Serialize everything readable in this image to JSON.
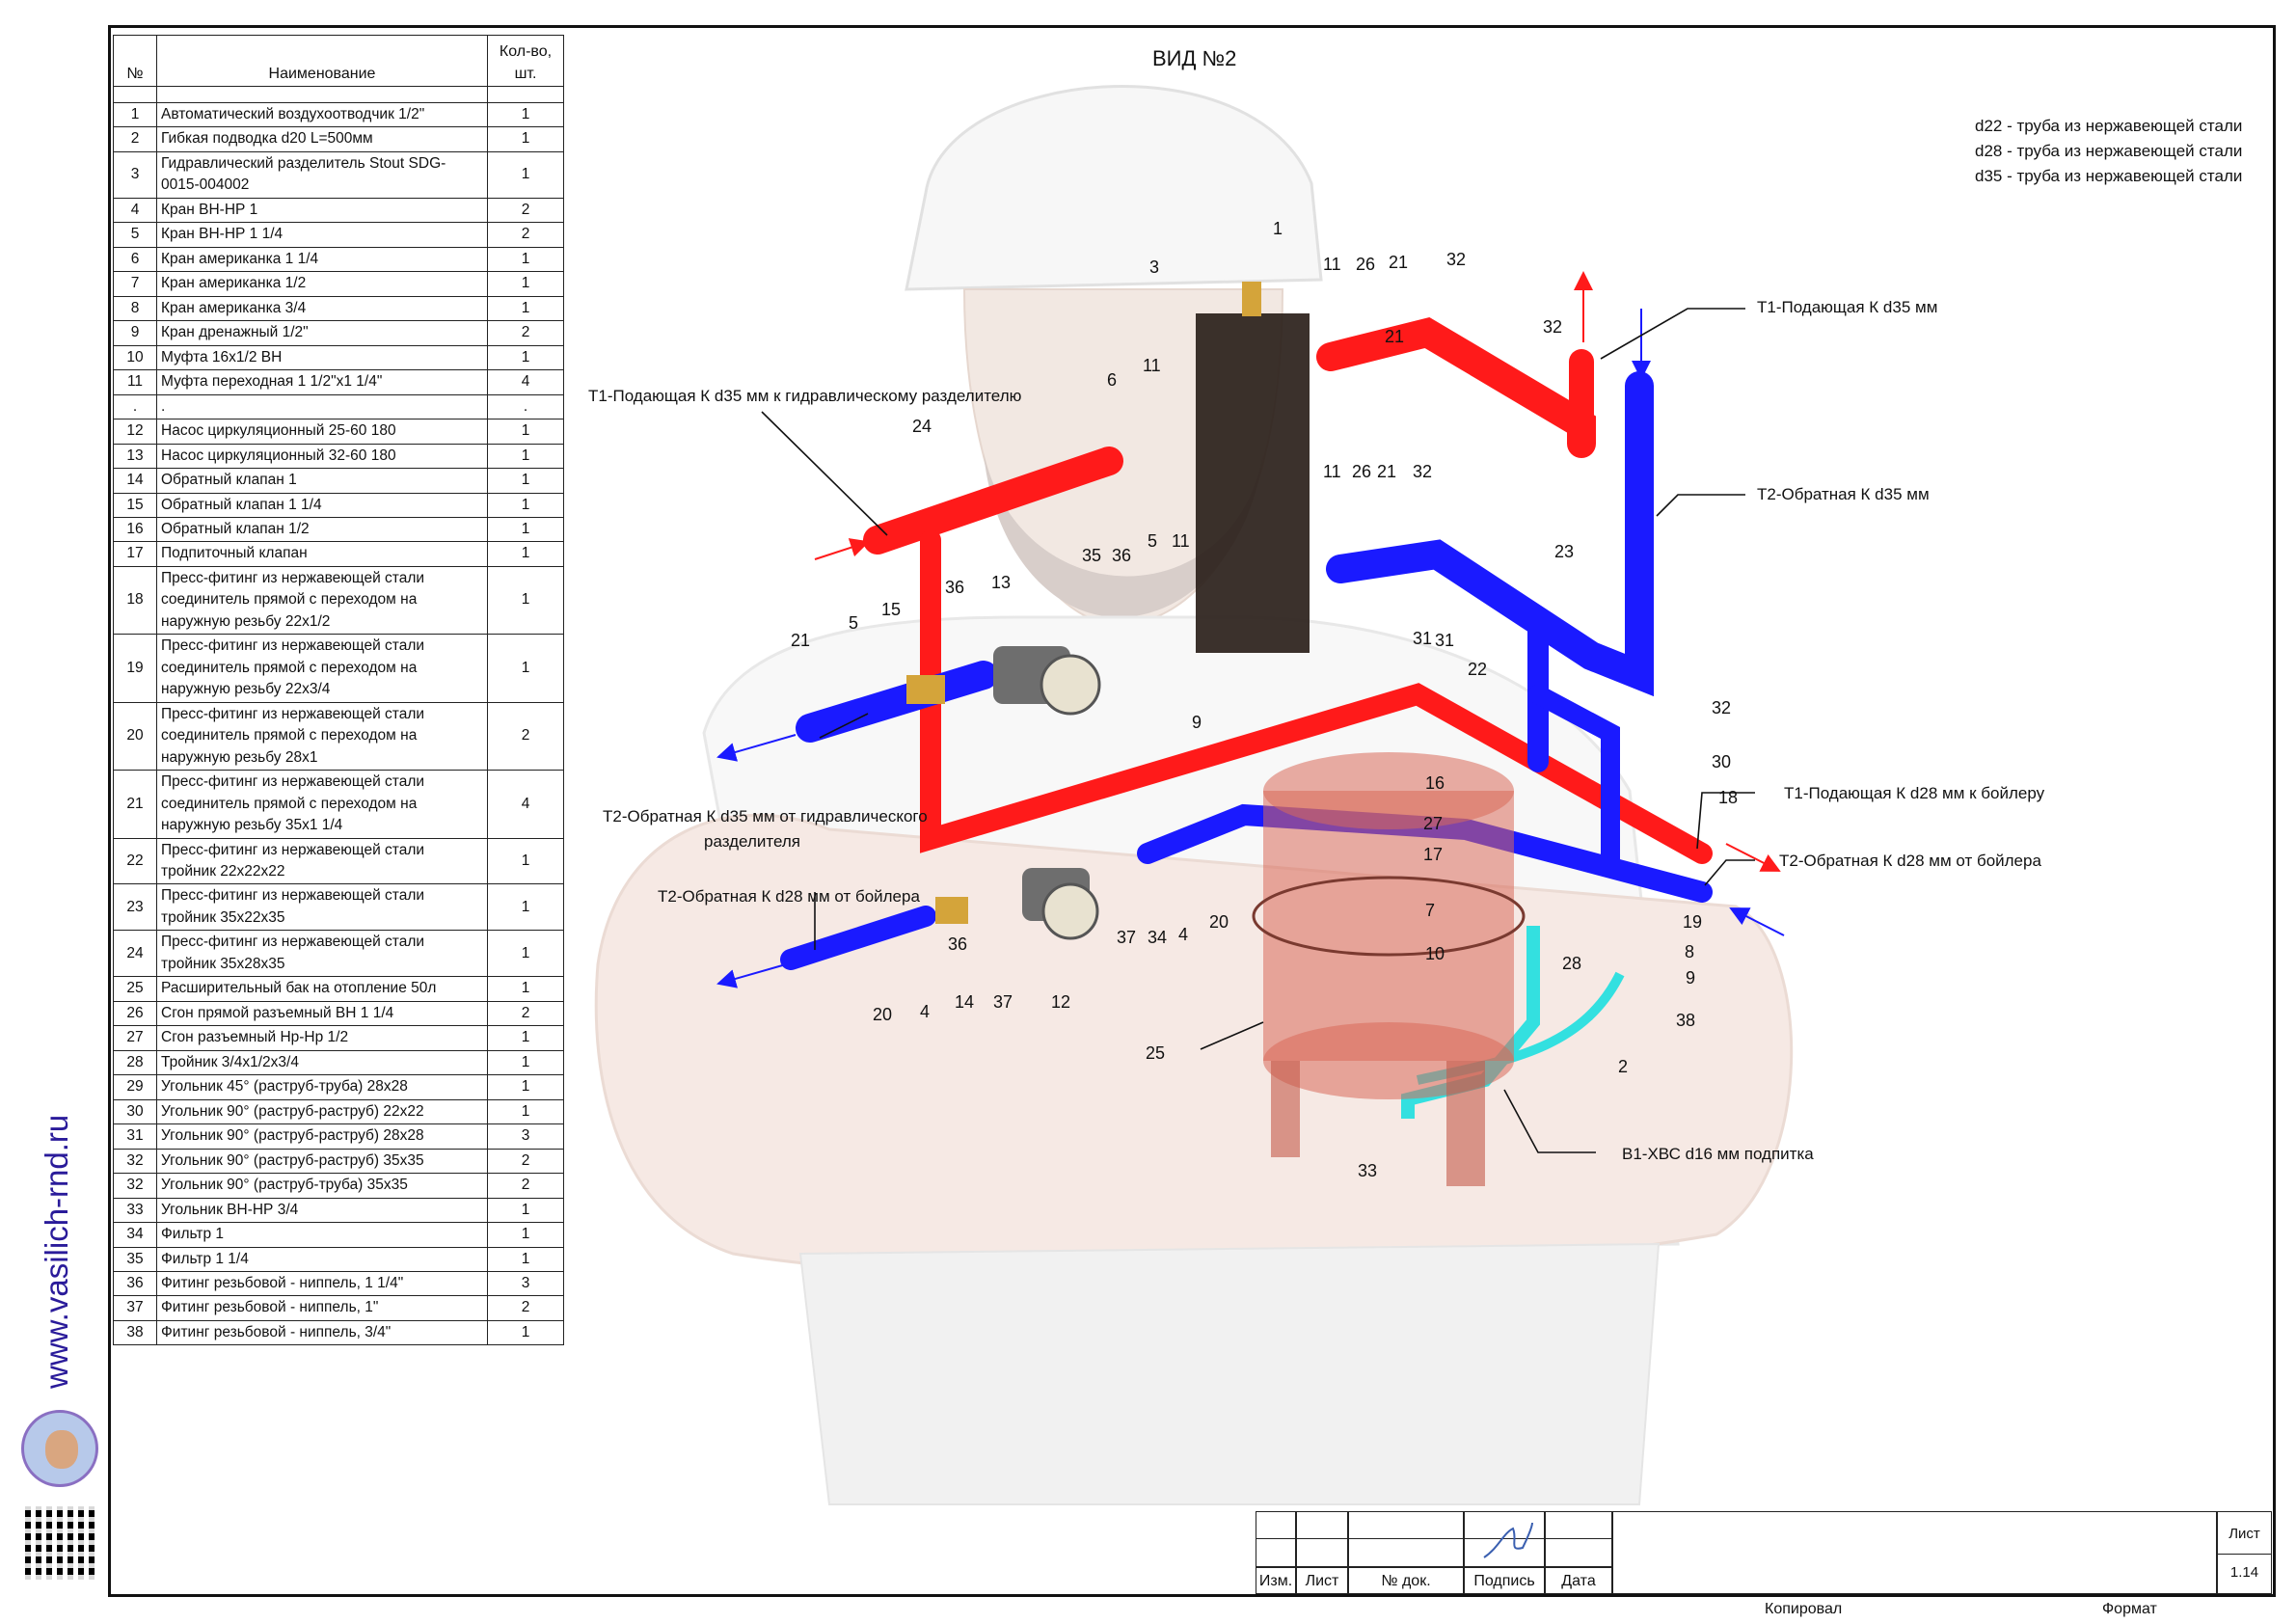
{
  "view_title": "ВИД №2",
  "legend": [
    "d22 - труба из нержавеющей стали",
    "d28 - труба из нержавеющей стали",
    "d35 - труба из нержавеющей стали"
  ],
  "spec_table": {
    "headers": [
      "№",
      "Наименование",
      "Кол-во, шт."
    ],
    "rows": [
      {
        "n": "1",
        "name": "Автоматический воздухоотводчик 1/2\"",
        "qty": "1"
      },
      {
        "n": "2",
        "name": "Гибкая подводка d20 L=500мм",
        "qty": "1"
      },
      {
        "n": "3",
        "name": "Гидравлический разделитель Stout SDG-0015-004002",
        "qty": "1"
      },
      {
        "n": "4",
        "name": "Кран ВН-НР 1",
        "qty": "2"
      },
      {
        "n": "5",
        "name": "Кран ВН-НР 1 1/4",
        "qty": "2"
      },
      {
        "n": "6",
        "name": "Кран американка 1 1/4",
        "qty": "1"
      },
      {
        "n": "7",
        "name": "Кран американка 1/2",
        "qty": "1"
      },
      {
        "n": "8",
        "name": "Кран американка 3/4",
        "qty": "1"
      },
      {
        "n": "9",
        "name": "Кран дренажный 1/2\"",
        "qty": "2"
      },
      {
        "n": "10",
        "name": "Муфта 16х1/2 ВН",
        "qty": "1"
      },
      {
        "n": "11",
        "name": "Муфта переходная 1 1/2\"х1 1/4\"",
        "qty": "4"
      },
      {
        "n": ".",
        "name": ".",
        "qty": "."
      },
      {
        "n": "12",
        "name": "Насос циркуляционный 25-60 180",
        "qty": "1"
      },
      {
        "n": "13",
        "name": "Насос циркуляционный 32-60 180",
        "qty": "1"
      },
      {
        "n": "14",
        "name": "Обратный клапан 1",
        "qty": "1"
      },
      {
        "n": "15",
        "name": "Обратный клапан 1 1/4",
        "qty": "1"
      },
      {
        "n": "16",
        "name": "Обратный клапан 1/2",
        "qty": "1"
      },
      {
        "n": "17",
        "name": "Подпиточный клапан",
        "qty": "1"
      },
      {
        "n": "18",
        "name": "Пресс-фитинг из нержавеющей стали соединитель прямой с переходом на наружную резьбу 22х1/2",
        "qty": "1"
      },
      {
        "n": "19",
        "name": "Пресс-фитинг из нержавеющей стали соединитель прямой с переходом на наружную резьбу 22х3/4",
        "qty": "1"
      },
      {
        "n": "20",
        "name": "Пресс-фитинг из нержавеющей стали соединитель прямой с переходом на наружную резьбу 28х1",
        "qty": "2"
      },
      {
        "n": "21",
        "name": "Пресс-фитинг из нержавеющей стали соединитель прямой с переходом на наружную резьбу 35х1 1/4",
        "qty": "4"
      },
      {
        "n": "22",
        "name": "Пресс-фитинг из нержавеющей стали тройник 22х22х22",
        "qty": "1"
      },
      {
        "n": "23",
        "name": "Пресс-фитинг из нержавеющей стали тройник 35х22х35",
        "qty": "1"
      },
      {
        "n": "24",
        "name": "Пресс-фитинг из нержавеющей стали тройник 35х28х35",
        "qty": "1"
      },
      {
        "n": "25",
        "name": "Расширительный бак на отопление 50л",
        "qty": "1"
      },
      {
        "n": "26",
        "name": "Сгон прямой разъемный ВН 1 1/4",
        "qty": "2"
      },
      {
        "n": "27",
        "name": "Сгон разъемный Нр-Нр 1/2",
        "qty": "1"
      },
      {
        "n": "28",
        "name": "Тройник 3/4х1/2х3/4",
        "qty": "1"
      },
      {
        "n": "29",
        "name": "Угольник 45° (раструб-труба) 28х28",
        "qty": "1"
      },
      {
        "n": "30",
        "name": "Угольник 90° (раструб-раструб) 22х22",
        "qty": "1"
      },
      {
        "n": "31",
        "name": "Угольник 90° (раструб-раструб) 28х28",
        "qty": "3"
      },
      {
        "n": "32",
        "name": "Угольник 90° (раструб-раструб) 35х35",
        "qty": "2"
      },
      {
        "n": "32",
        "name": "Угольник 90° (раструб-труба) 35х35",
        "qty": "2"
      },
      {
        "n": "33",
        "name": "Угольник ВН-НР 3/4",
        "qty": "1"
      },
      {
        "n": "34",
        "name": "Фильтр 1",
        "qty": "1"
      },
      {
        "n": "35",
        "name": "Фильтр 1 1/4",
        "qty": "1"
      },
      {
        "n": "36",
        "name": "Фитинг резьбовой - ниппель, 1 1/4\"",
        "qty": "3"
      },
      {
        "n": "37",
        "name": "Фитинг резьбовой - ниппель, 1\"",
        "qty": "2"
      },
      {
        "n": "38",
        "name": "Фитинг резьбовой - ниппель, 3/4\"",
        "qty": "1"
      }
    ]
  },
  "callouts": {
    "t1_main": "Т1-Подающая К d35 мм",
    "t2_main": "Т2-Обратная К d35 мм",
    "t1_separator": "Т1-Подающая К d35 мм к гидравлическому разделителю",
    "t2_separator_1": "Т2-Обратная К d35 мм от гидравлического",
    "t2_separator_2": "разделителя",
    "t2_boiler_left": "Т2-Обратная К d28 мм от бойлера",
    "t1_boiler": "Т1-Подающая К d28 мм к бойлеру",
    "t2_boiler_right": "Т2-Обратная К d28 мм от бойлера",
    "b1_feed": "В1-ХВС d16 мм подпитка"
  },
  "part_labels": [
    "1",
    "3",
    "11",
    "26",
    "21",
    "32",
    "32",
    "21",
    "6",
    "11",
    "24",
    "11",
    "26",
    "21",
    "32",
    "23",
    "36",
    "35",
    "36",
    "5",
    "11",
    "13",
    "15",
    "5",
    "21",
    "36",
    "9",
    "31",
    "22",
    "32",
    "31",
    "30",
    "16",
    "18",
    "27",
    "17",
    "7",
    "10",
    "28",
    "19",
    "8",
    "9",
    "38",
    "20",
    "4",
    "34",
    "37",
    "12",
    "20",
    "4",
    "14",
    "37",
    "25",
    "2",
    "33"
  ],
  "title_block": {
    "izm": "Изм.",
    "list": "Лист",
    "doc": "№ док.",
    "sign": "Подпись",
    "date": "Дата",
    "sheet_label": "Лист",
    "sheet_no": "1.14"
  },
  "footer": {
    "copied": "Копировал",
    "format": "Формат"
  },
  "side_url": "www.vasilich-rnd.ru",
  "colors": {
    "supply": "#ff1a1a",
    "return": "#1a1aff",
    "cold_water": "#33e0e0",
    "tank": "#d96a5a",
    "separator": "#2a1f1a"
  }
}
